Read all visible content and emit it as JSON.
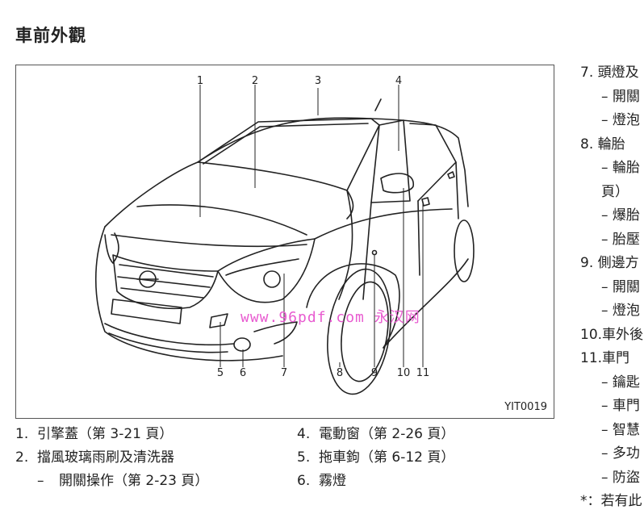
{
  "page": {
    "title": "車前外觀"
  },
  "figure": {
    "id": "YIT0019",
    "watermark": "www.96pdf.com 永汉网",
    "callouts": [
      "1",
      "2",
      "3",
      "4",
      "5",
      "6",
      "7",
      "8",
      "9",
      "10",
      "11"
    ]
  },
  "list_left": [
    {
      "num": "1.",
      "text": "引擎蓋（第 3-21 頁）"
    },
    {
      "num": "2.",
      "text": "擋風玻璃雨刷及清洗器"
    },
    {
      "num": "–",
      "text": "開關操作（第 2-23 頁）",
      "sub": true
    }
  ],
  "list_middle": [
    {
      "num": "4.",
      "text": "電動窗（第 2-26 頁）"
    },
    {
      "num": "5.",
      "text": "拖車鉤（第 6-12 頁）"
    },
    {
      "num": "6.",
      "text": "霧燈"
    }
  ],
  "list_right": [
    {
      "text": "7.  頭燈及"
    },
    {
      "text": "–  開關",
      "sub": true
    },
    {
      "text": "–  燈泡",
      "sub": true
    },
    {
      "text": "8.  輪胎"
    },
    {
      "text": "–  輪胎",
      "sub": true
    },
    {
      "text": "頁）",
      "sub": true
    },
    {
      "text": "–  爆胎",
      "sub": true
    },
    {
      "text": "–  胎壓",
      "sub": true
    },
    {
      "text": "9.  側邊方"
    },
    {
      "text": "–  開關",
      "sub": true
    },
    {
      "text": "–  燈泡",
      "sub": true
    },
    {
      "text": "10.車外後"
    },
    {
      "text": "11.車門"
    },
    {
      "text": "–  鑰匙",
      "sub": true
    },
    {
      "text": "–  車門",
      "sub": true
    },
    {
      "text": "–  智慧",
      "sub": true
    },
    {
      "text": "–  多功",
      "sub": true
    },
    {
      "text": "–  防盜",
      "sub": true
    },
    {
      "text": "*：若有此"
    }
  ]
}
